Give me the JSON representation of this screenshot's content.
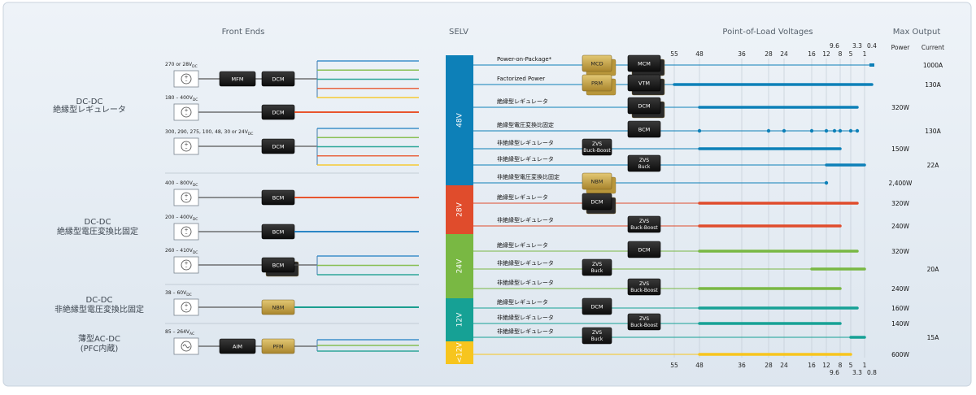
{
  "headers": {
    "front_ends": "Front Ends",
    "selv": "SELV",
    "pol": "Point-of-Load Voltages",
    "max_output": "Max Output",
    "power": "Power",
    "current": "Current"
  },
  "categories": [
    {
      "l1": "DC-DC",
      "l2": "絶縁型レギュレータ"
    },
    {
      "l1": "DC-DC",
      "l2": "絶縁型電圧変換比固定"
    },
    {
      "l1": "DC-DC",
      "l2": "非絶縁型電圧変換比固定"
    },
    {
      "l1": "薄型AC-DC",
      "l2": "(PFC内蔵)"
    }
  ],
  "inputs": [
    {
      "pre": "270 or 28V",
      "sub": "DC",
      "blocks": [
        "MFM",
        "DCM"
      ],
      "ac": false,
      "colors": [
        "#2b86c5",
        "#7dba41",
        "#1a9e8f",
        "#e8552e",
        "#f7c51e"
      ]
    },
    {
      "pre": "180 – 400V",
      "sub": "DC",
      "blocks": [
        "DCM"
      ],
      "ac": false,
      "colors": [
        "#e8552e"
      ]
    },
    {
      "pre": "300, 290, 275, 100, 48, 30 or 24V",
      "sub": "DC",
      "blocks": [
        "DCM"
      ],
      "ac": false,
      "colors": [
        "#2b86c5",
        "#7dba41",
        "#1a9e8f",
        "#e8552e",
        "#f7c51e"
      ]
    },
    {
      "pre": "400 – 800V",
      "sub": "DC",
      "blocks": [
        "BCM"
      ],
      "ac": false,
      "colors": [
        "#e8552e"
      ]
    },
    {
      "pre": "200 – 400V",
      "sub": "DC",
      "blocks": [
        "BCM"
      ],
      "ac": false,
      "colors": [
        "#2b86c5"
      ]
    },
    {
      "pre": "260 – 410V",
      "sub": "DC",
      "blocks": [
        "BCM"
      ],
      "ac": false,
      "colors": [
        "#2b86c5",
        "#7dba41",
        "#1a9e8f"
      ]
    },
    {
      "pre": "38 – 60V",
      "sub": "DC",
      "blocks": [
        "NBM"
      ],
      "ac": false,
      "colors": [
        "#1a9e8f"
      ]
    },
    {
      "pre": "85 – 264V",
      "sub": "AC",
      "blocks": [
        "AIM",
        "PFM"
      ],
      "ac": true,
      "colors": [
        "#2b86c5",
        "#7dba41",
        "#1a9e8f"
      ]
    }
  ],
  "selv_bands": [
    {
      "label": "48V",
      "color": "#0d80b8"
    },
    {
      "label": "28V",
      "color": "#e04c2c"
    },
    {
      "label": "24V",
      "color": "#79b843"
    },
    {
      "label": "12V",
      "color": "#16a195"
    },
    {
      "label": "<12V",
      "color": "#f7c51e"
    }
  ],
  "pol_ticks_top": [
    "55",
    "48",
    "36",
    "28",
    "24",
    "16",
    "12",
    "8",
    "5",
    "1"
  ],
  "pol_ticks_top_high": [
    "9.6",
    "3.3",
    "0.4"
  ],
  "pol_ticks_bottom": [
    "55",
    "48",
    "36",
    "28",
    "24",
    "16",
    "12",
    "8",
    "5",
    "1"
  ],
  "pol_ticks_bottom_low": [
    "9.6",
    "3.3",
    "0.8"
  ],
  "rows": [
    {
      "label": "Power-on-Package*",
      "band": 0,
      "modules": [
        "MCD",
        "MCM"
      ],
      "from": null,
      "to": 0.4,
      "dots": []
    },
    {
      "label": "Factorized Power",
      "band": 0,
      "modules": [
        "PRM",
        "VTM"
      ],
      "from": 55,
      "to": 0.4,
      "dots": []
    },
    {
      "label": "絶縁型レギュレータ",
      "band": 0,
      "modules": [
        "",
        "DCM"
      ],
      "from": 48,
      "to": 3.3,
      "dots": []
    },
    {
      "label": "絶縁型電圧変換比固定",
      "band": 0,
      "modules": [
        "",
        "BCM"
      ],
      "from": null,
      "to": 3.3,
      "dots": [
        48,
        28,
        24,
        16,
        12,
        9.6,
        8,
        5,
        3.3
      ]
    },
    {
      "label": "非絶縁型レギュレータ",
      "band": 0,
      "modules": [
        "ZVS Buck-Boost",
        ""
      ],
      "from": 48,
      "to": 8,
      "dots": []
    },
    {
      "label": "非絶縁型レギュレータ",
      "band": 0,
      "modules": [
        "",
        "ZVS Buck"
      ],
      "from": 12,
      "to": 1,
      "dots": []
    },
    {
      "label": "非絶縁型電圧変換比固定",
      "band": 0,
      "modules": [
        "NBM",
        ""
      ],
      "from": null,
      "to": null,
      "dots": [
        12
      ]
    },
    {
      "label": "絶縁型レギュレータ",
      "band": 1,
      "modules": [
        "DCM",
        ""
      ],
      "from": 48,
      "to": 3.3,
      "dots": []
    },
    {
      "label": "非絶縁型レギュレータ",
      "band": 1,
      "modules": [
        "",
        "ZVS Buck-Boost"
      ],
      "from": 48,
      "to": 8,
      "dots": []
    },
    {
      "label": "絶縁型レギュレータ",
      "band": 2,
      "modules": [
        "",
        "DCM"
      ],
      "from": 48,
      "to": 3.3,
      "dots": []
    },
    {
      "label": "非絶縁型レギュレータ",
      "band": 2,
      "modules": [
        "ZVS Buck",
        ""
      ],
      "from": 16,
      "to": 1,
      "dots": []
    },
    {
      "label": "非絶縁型レギュレータ",
      "band": 2,
      "modules": [
        "",
        "ZVS Buck-Boost"
      ],
      "from": 48,
      "to": 8,
      "dots": []
    },
    {
      "label": "絶縁型レギュレータ",
      "band": 3,
      "modules": [
        "DCM",
        ""
      ],
      "from": 48,
      "to": 3.3,
      "dots": []
    },
    {
      "label": "非絶縁型レギュレータ",
      "band": 3,
      "modules": [
        "",
        "ZVS Buck-Boost"
      ],
      "from": 48,
      "to": 8,
      "dots": []
    },
    {
      "label": "非絶縁型レギュレータ",
      "band": 3,
      "modules": [
        "ZVS Buck",
        ""
      ],
      "from": 5,
      "to": 1,
      "dots": []
    },
    {
      "label": "",
      "band": 4,
      "modules": [
        "",
        ""
      ],
      "from": 48,
      "to": 5,
      "dots": []
    }
  ],
  "outputs": [
    {
      "power": "",
      "current": "1000A"
    },
    {
      "power": "",
      "current": "130A"
    },
    {
      "power": "320W",
      "current": ""
    },
    {
      "power": "",
      "current": "130A"
    },
    {
      "power": "150W",
      "current": ""
    },
    {
      "power": "",
      "current": "22A"
    },
    {
      "power": "2,400W",
      "current": ""
    },
    {
      "power": "320W",
      "current": ""
    },
    {
      "power": "240W",
      "current": ""
    },
    {
      "power": "320W",
      "current": ""
    },
    {
      "power": "",
      "current": "20A"
    },
    {
      "power": "240W",
      "current": ""
    },
    {
      "power": "160W",
      "current": ""
    },
    {
      "power": "140W",
      "current": ""
    },
    {
      "power": "",
      "current": "15A"
    },
    {
      "power": "600W",
      "current": ""
    }
  ]
}
